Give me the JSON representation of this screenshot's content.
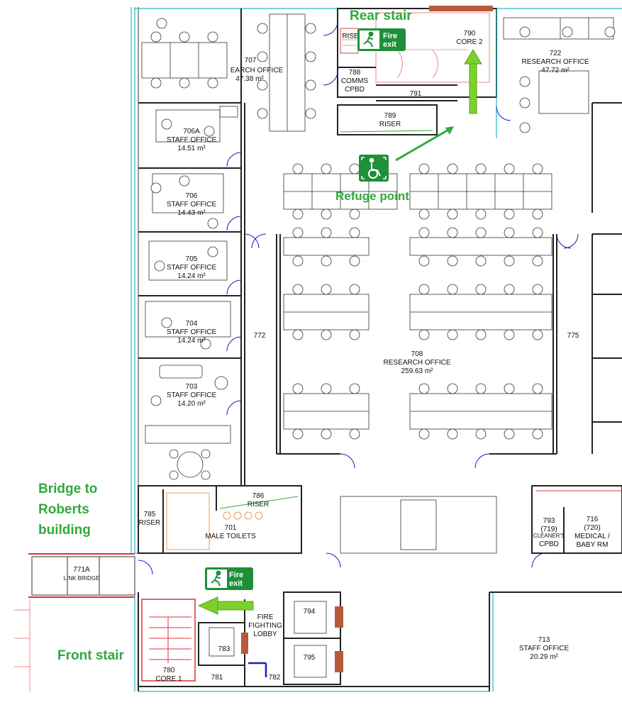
{
  "callouts": {
    "rear_stair": "Rear stair",
    "refuge_point": "Refuge point",
    "bridge_line1": "Bridge to",
    "bridge_line2": "Roberts",
    "bridge_line3": "building",
    "front_stair": "Front stair"
  },
  "signs": {
    "fire_exit_top_line1": "Fire",
    "fire_exit_top_line2": "exit",
    "fire_exit_bottom_line1": "Fire",
    "fire_exit_bottom_line2": "exit",
    "refuge_icon": "wheelchair-icon",
    "exit_icon": "running-man-icon"
  },
  "colors": {
    "callout_green": "#2eaa3c",
    "sign_green": "#1f8f3a",
    "arrow_green": "#7bd12b",
    "stair_red": "#e0303a",
    "wall_cyan": "#27b7c9",
    "door_blue": "#1c1cbf"
  },
  "rooms": {
    "r707": {
      "num": "707",
      "name": "EARCH OFFICE",
      "area": "47.38 m²"
    },
    "r722": {
      "num": "722",
      "name": "RESEARCH OFFICE",
      "area": "47.72 m²"
    },
    "r788": {
      "num": "788",
      "name": "COMMS",
      "name2": "CPBD"
    },
    "r789": {
      "num": "789",
      "name": "RISER"
    },
    "r790": {
      "num": "790",
      "name": "CORE 2"
    },
    "r791": {
      "num": "791"
    },
    "riser_small": {
      "name": "RISE"
    },
    "r706a": {
      "num": "706A",
      "name": "STAFF OFFICE",
      "area": "14.51 m²"
    },
    "r706": {
      "num": "706",
      "name": "STAFF OFFICE",
      "area": "14.43 m²"
    },
    "r705": {
      "num": "705",
      "name": "STAFF OFFICE",
      "area": "14.24 m²"
    },
    "r704": {
      "num": "704",
      "name": "STAFF OFFICE",
      "area": "14.24 m²"
    },
    "r703": {
      "num": "703",
      "name": "STAFF OFFICE",
      "area": "14.20 m²"
    },
    "r772": {
      "num": "772"
    },
    "r775": {
      "num": "775"
    },
    "r708": {
      "num": "708",
      "name": "RESEARCH OFFICE",
      "area": "259.63 m²"
    },
    "r786": {
      "num": "786",
      "name": "RISER"
    },
    "r785": {
      "num": "785",
      "name": "RISER"
    },
    "r701": {
      "num": "701",
      "name": "MALE TOILETS"
    },
    "r793": {
      "num": "793",
      "sub": "(719)",
      "small": "CLEANER'S",
      "name": "CPBD"
    },
    "r716": {
      "num": "716",
      "sub": "(720)",
      "name": "MEDICAL /",
      "name2": "BABY RM"
    },
    "r771a": {
      "num": "771A",
      "name": "LINK BRIDGE"
    },
    "r794": {
      "num": "794"
    },
    "r795": {
      "num": "795"
    },
    "r783": {
      "num": "783"
    },
    "r780": {
      "num": "780",
      "name": "CORE 1"
    },
    "r781": {
      "num": "781"
    },
    "r782": {
      "num": "782"
    },
    "fire_lobby": {
      "line1": "FIRE",
      "line2": "FIGHTING",
      "line3": "LOBBY"
    },
    "r713": {
      "num": "713",
      "name": "STAFF OFFICE",
      "area": "20.29 m²"
    }
  }
}
